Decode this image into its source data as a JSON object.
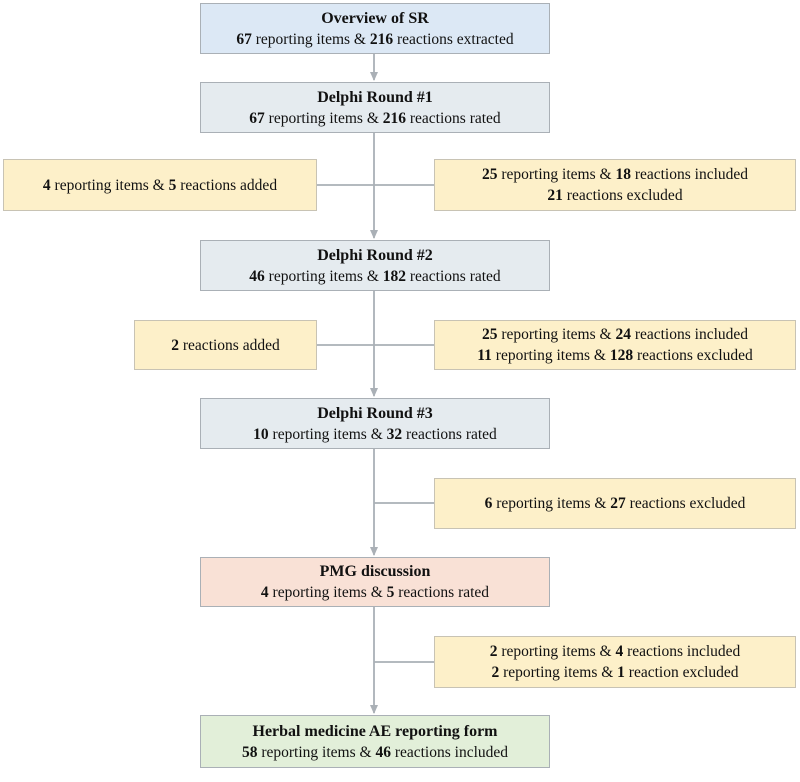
{
  "colors": {
    "overview_fill": "#dce8f5",
    "round_fill": "#e5ebef",
    "side_fill": "#fdf0c9",
    "pmg_fill": "#f9e1d6",
    "final_fill": "#e2efd9",
    "connector": "#aab0b6"
  },
  "nodes": {
    "overview": {
      "title": "Overview of SR",
      "line1": {
        "n1": "67",
        "t1": " reporting items & ",
        "n2": "216",
        "t2": " reactions extracted"
      }
    },
    "round1": {
      "title": "Delphi Round #1",
      "line1": {
        "n1": "67",
        "t1": " reporting items & ",
        "n2": "216",
        "t2": " reactions rated"
      }
    },
    "round1_added": {
      "line1": {
        "n1": "4",
        "t1": " reporting items & ",
        "n2": "5",
        "t2": " reactions added"
      }
    },
    "round1_result": {
      "line1": {
        "n1": "25",
        "t1": " reporting items & ",
        "n2": "18",
        "t2": " reactions included"
      },
      "line2": {
        "n1": "21",
        "t1": " reactions excluded"
      }
    },
    "round2": {
      "title": "Delphi Round #2",
      "line1": {
        "n1": "46",
        "t1": " reporting items & ",
        "n2": "182",
        "t2": " reactions rated"
      }
    },
    "round2_added": {
      "line1": {
        "n1": "2",
        "t1": " reactions added"
      }
    },
    "round2_result": {
      "line1": {
        "n1": "25",
        "t1": " reporting items & ",
        "n2": "24",
        "t2": " reactions included"
      },
      "line2": {
        "n1": "11",
        "t1": " reporting items & ",
        "n2": "128",
        "t2": " reactions excluded"
      }
    },
    "round3": {
      "title": "Delphi Round #3",
      "line1": {
        "n1": "10",
        "t1": " reporting items & ",
        "n2": "32",
        "t2": " reactions rated"
      }
    },
    "round3_result": {
      "line1": {
        "n1": "6",
        "t1": " reporting items & ",
        "n2": "27",
        "t2": " reactions excluded"
      }
    },
    "pmg": {
      "title": "PMG discussion",
      "line1": {
        "n1": "4",
        "t1": " reporting items & ",
        "n2": "5",
        "t2": " reactions rated"
      }
    },
    "pmg_result": {
      "line1": {
        "n1": "2",
        "t1": " reporting items & ",
        "n2": "4",
        "t2": " reactions included"
      },
      "line2": {
        "n1": "2",
        "t1": " reporting items & ",
        "n2": "1",
        "t2": " reaction excluded"
      }
    },
    "final": {
      "title": "Herbal medicine AE reporting form",
      "line1": {
        "n1": "58",
        "t1": " reporting items & ",
        "n2": "46",
        "t2": " reactions included"
      }
    }
  }
}
